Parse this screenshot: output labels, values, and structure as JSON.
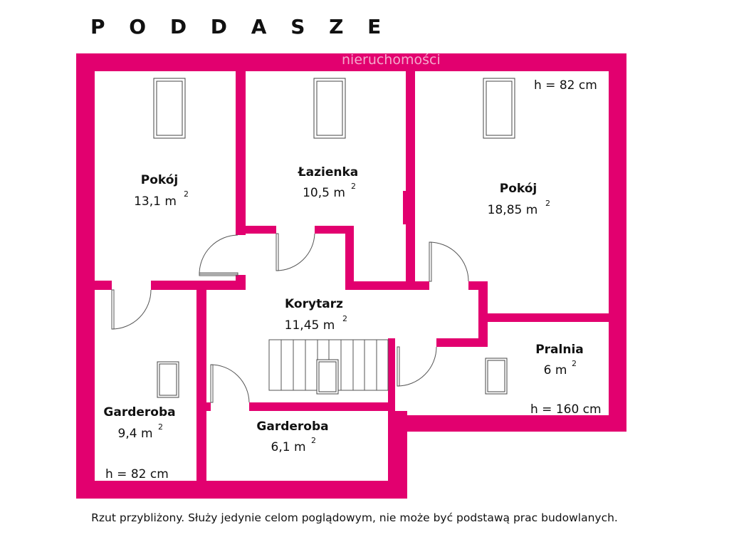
{
  "title": "P O D D A S Z E",
  "watermark": "nieruchomości",
  "rooms": [
    {
      "name": "Pokój",
      "area": "13,1 m",
      "sup": "2"
    },
    {
      "name": "Łazienka",
      "area": "10,5 m",
      "sup": "2"
    },
    {
      "name": "Pokój",
      "area": "18,85 m",
      "sup": "2",
      "height": "h = 82 cm"
    },
    {
      "name": "Korytarz",
      "area": "11,45 m",
      "sup": "2"
    },
    {
      "name": "Pralnia",
      "area": "6 m",
      "sup": "2",
      "height": "h = 160 cm"
    },
    {
      "name": "Garderoba",
      "area": "9,4 m",
      "sup": "2",
      "height": "h = 82 cm"
    },
    {
      "name": "Garderoba",
      "area": "6,1 m",
      "sup": "2"
    }
  ],
  "caption": "Rzut przybliżony. Służy jedynie celom poglądowym, nie może być podstawą prac budowlanych.",
  "colors": {
    "wall": "#e2006f"
  }
}
